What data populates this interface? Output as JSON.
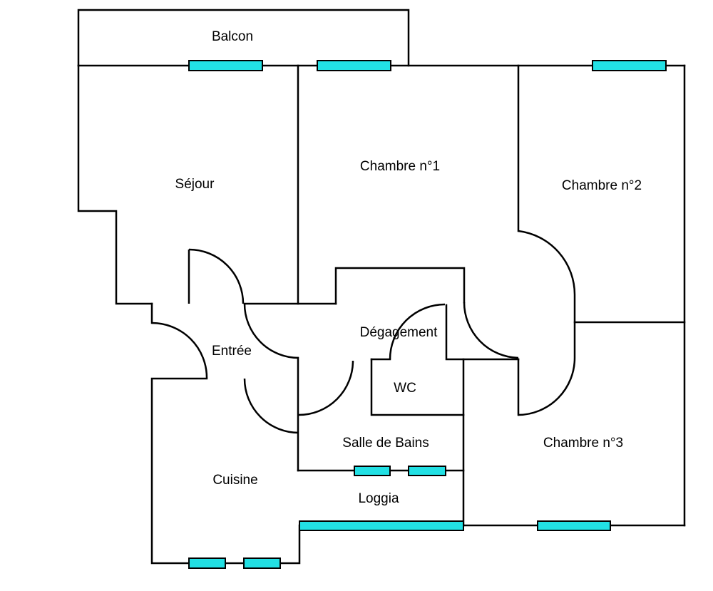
{
  "colors": {
    "wall": "#000000",
    "window": "#22e0e4",
    "background": "#ffffff"
  },
  "rooms": {
    "balcon": "Balcon",
    "sejour": "Séjour",
    "chambre1": "Chambre n°1",
    "chambre2": "Chambre n°2",
    "chambre3": "Chambre n°3",
    "entree": "Entrée",
    "degagement": "Dégagement",
    "wc": "WC",
    "salle_de_bains": "Salle de Bains",
    "cuisine": "Cuisine",
    "loggia": "Loggia"
  }
}
